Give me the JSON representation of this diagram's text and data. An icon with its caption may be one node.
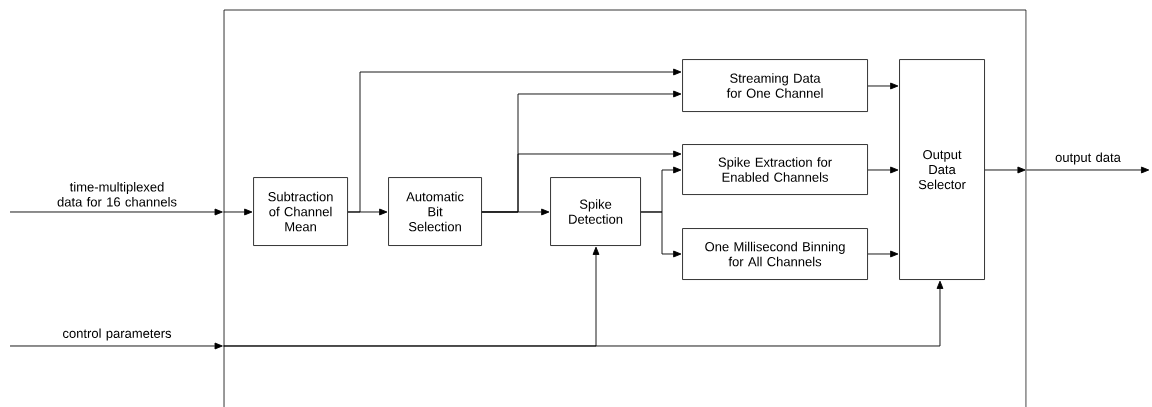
{
  "diagram": {
    "nodes": [
      {
        "text": [],
        "shape": "box"
      },
      {
        "text": [
          "Subtraction of Channel Mean"
        ],
        "in": 0
      },
      {
        "text": [
          "Automatic Bit Selection"
        ],
        "in": 0
      },
      {
        "text": [
          "Streaming Data for One Channel"
        ],
        "in": 0
      },
      {
        "text": [
          "Spike Extraction for Enabled Channels"
        ],
        "in": 0
      },
      {
        "text": [
          "Spike Detection"
        ],
        "in": 0
      },
      {
        "text": [
          "One Millisecond Binning for All Channels"
        ],
        "in": 0
      },
      {
        "text": [
          "Output Data Selector"
        ],
        "in": 0
      }
    ],
    "edges": [
      {
        "from": null,
        "to": 0,
        "arrow": "to",
        "label": "time-multiplexed data for 16 channels"
      },
      {
        "from": 0,
        "to": 1,
        "arrow": "to"
      },
      {
        "from": 1,
        "to": 3,
        "arrow": "to"
      },
      {
        "from": 1,
        "to": 2,
        "arrow": "to"
      },
      {
        "from": 2,
        "to": 3,
        "arrow": "to"
      },
      {
        "from": 2,
        "to": 4,
        "arrow": "to"
      },
      {
        "from": 2,
        "to": 5,
        "arrow": "to"
      },
      {
        "from": 5,
        "to": 4,
        "arrow": "to"
      },
      {
        "from": 5,
        "to": 6,
        "arrow": "to"
      },
      {
        "from": 3,
        "to": 7,
        "arrow": "to"
      },
      {
        "from": 4,
        "to": 7,
        "arrow": "to"
      },
      {
        "from": 6,
        "to": 7,
        "arrow": "to"
      },
      {
        "from": 7,
        "to": 0,
        "arrow": "to"
      },
      {
        "from": 0,
        "to": null,
        "arrow": "to",
        "label": "output data"
      },
      {
        "from": null,
        "to": 0,
        "arrow": "to",
        "label": "control parameters"
      },
      {
        "from": 0,
        "to": 5,
        "arrow": "to"
      },
      {
        "from": 0,
        "to": 7,
        "arrow": "to"
      }
    ]
  }
}
